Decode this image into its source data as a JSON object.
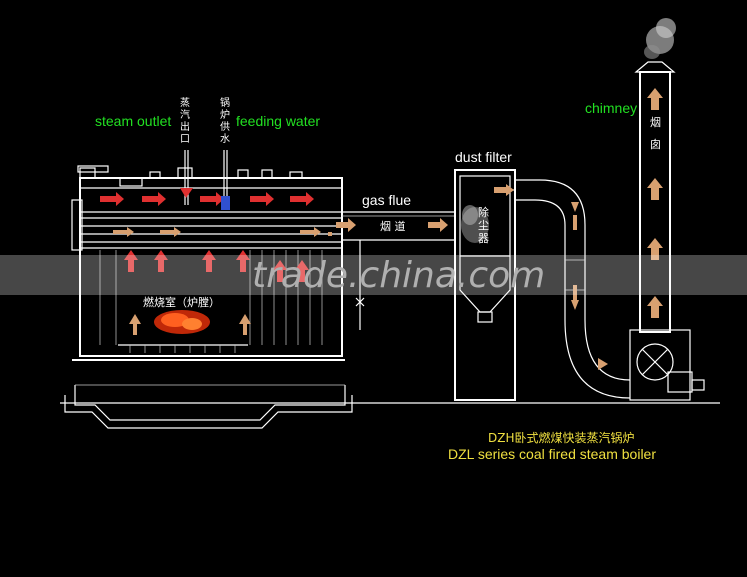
{
  "labels": {
    "steam_outlet": "steam outlet",
    "steam_outlet_cn": [
      "蒸",
      "汽",
      "出",
      "口"
    ],
    "feeding_water": "feeding water",
    "feeding_water_cn": [
      "锅",
      "炉",
      "供",
      "水"
    ],
    "gas_flue": "gas flue",
    "gas_flue_cn": "烟 道",
    "dust_filter": "dust filter",
    "dust_filter_cn": [
      "除",
      "尘",
      "器"
    ],
    "chimney": "chimney",
    "chimney_cn": [
      "烟",
      "囱"
    ],
    "combustion_chamber_cn": "燃烧室（炉膛）"
  },
  "caption": {
    "chinese": "DZH卧式燃煤快装蒸汽锅炉",
    "english": "DZL series coal fired steam boiler"
  },
  "watermark": "trade.china.com",
  "colors": {
    "label_green": "#22e022",
    "caption_yellow": "#f0e040",
    "arrow_red": "#e03030",
    "arrow_tan": "#d8a070",
    "fire": "#e04010"
  }
}
